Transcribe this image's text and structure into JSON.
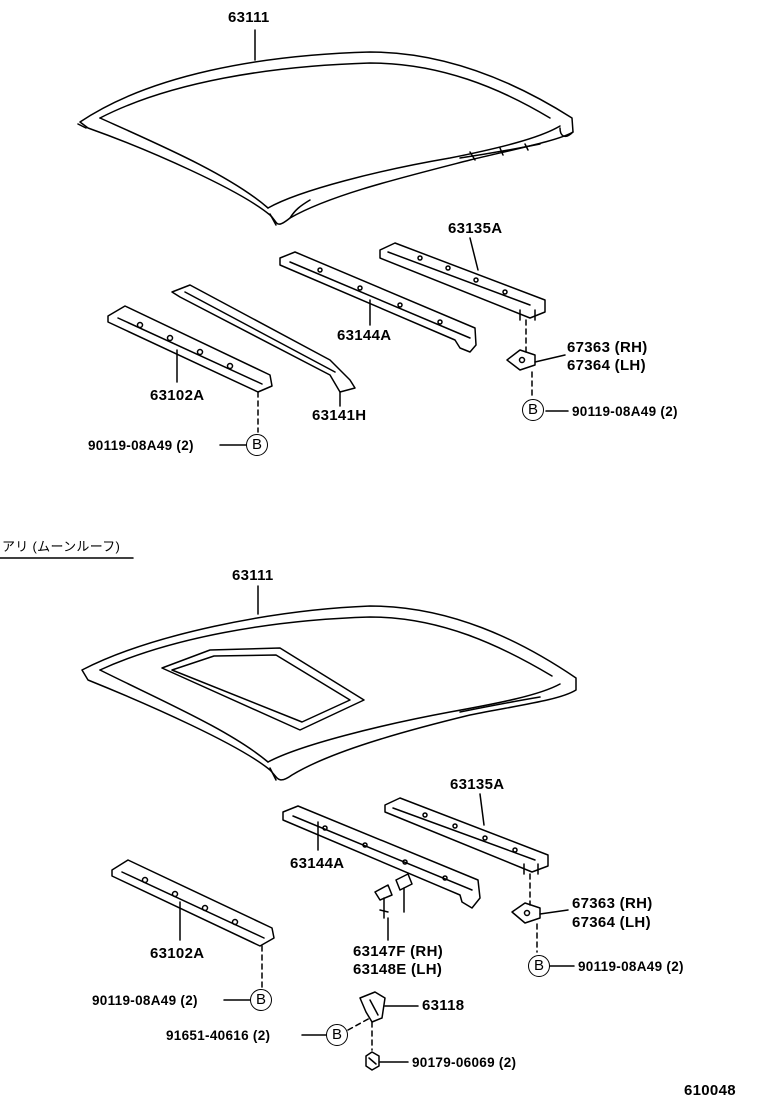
{
  "top": {
    "roof_panel": "63111",
    "rear_rail": "63135A",
    "center_rail": "63144A",
    "rail_63141": "63141H",
    "front_rail": "63102A",
    "bracket_rh": "67363 (RH)",
    "bracket_lh": "67364 (LH)",
    "bolt_right": "90119-08A49 (2)",
    "bolt_left": "90119-08A49 (2)",
    "circle_right": "B",
    "circle_left": "B"
  },
  "section_heading": "アリ (ムーンルーフ)",
  "bottom": {
    "roof_panel": "63111",
    "rear_rail": "63135A",
    "center_rail": "63144A",
    "front_rail": "63102A",
    "bracket_rh": "67363 (RH)",
    "bracket_lh": "67364 (LH)",
    "bolt_right": "90119-08A49 (2)",
    "stay_rh": "63147F (RH)",
    "stay_lh": "63148E (LH)",
    "bolt_left": "90119-08A49 (2)",
    "bracket_63118": "63118",
    "screw": "91651-40616 (2)",
    "nut": "90179-06069 (2)",
    "circle_right": "B",
    "circle_left": "B",
    "circle_screw": "B"
  },
  "figure_number": "610048"
}
